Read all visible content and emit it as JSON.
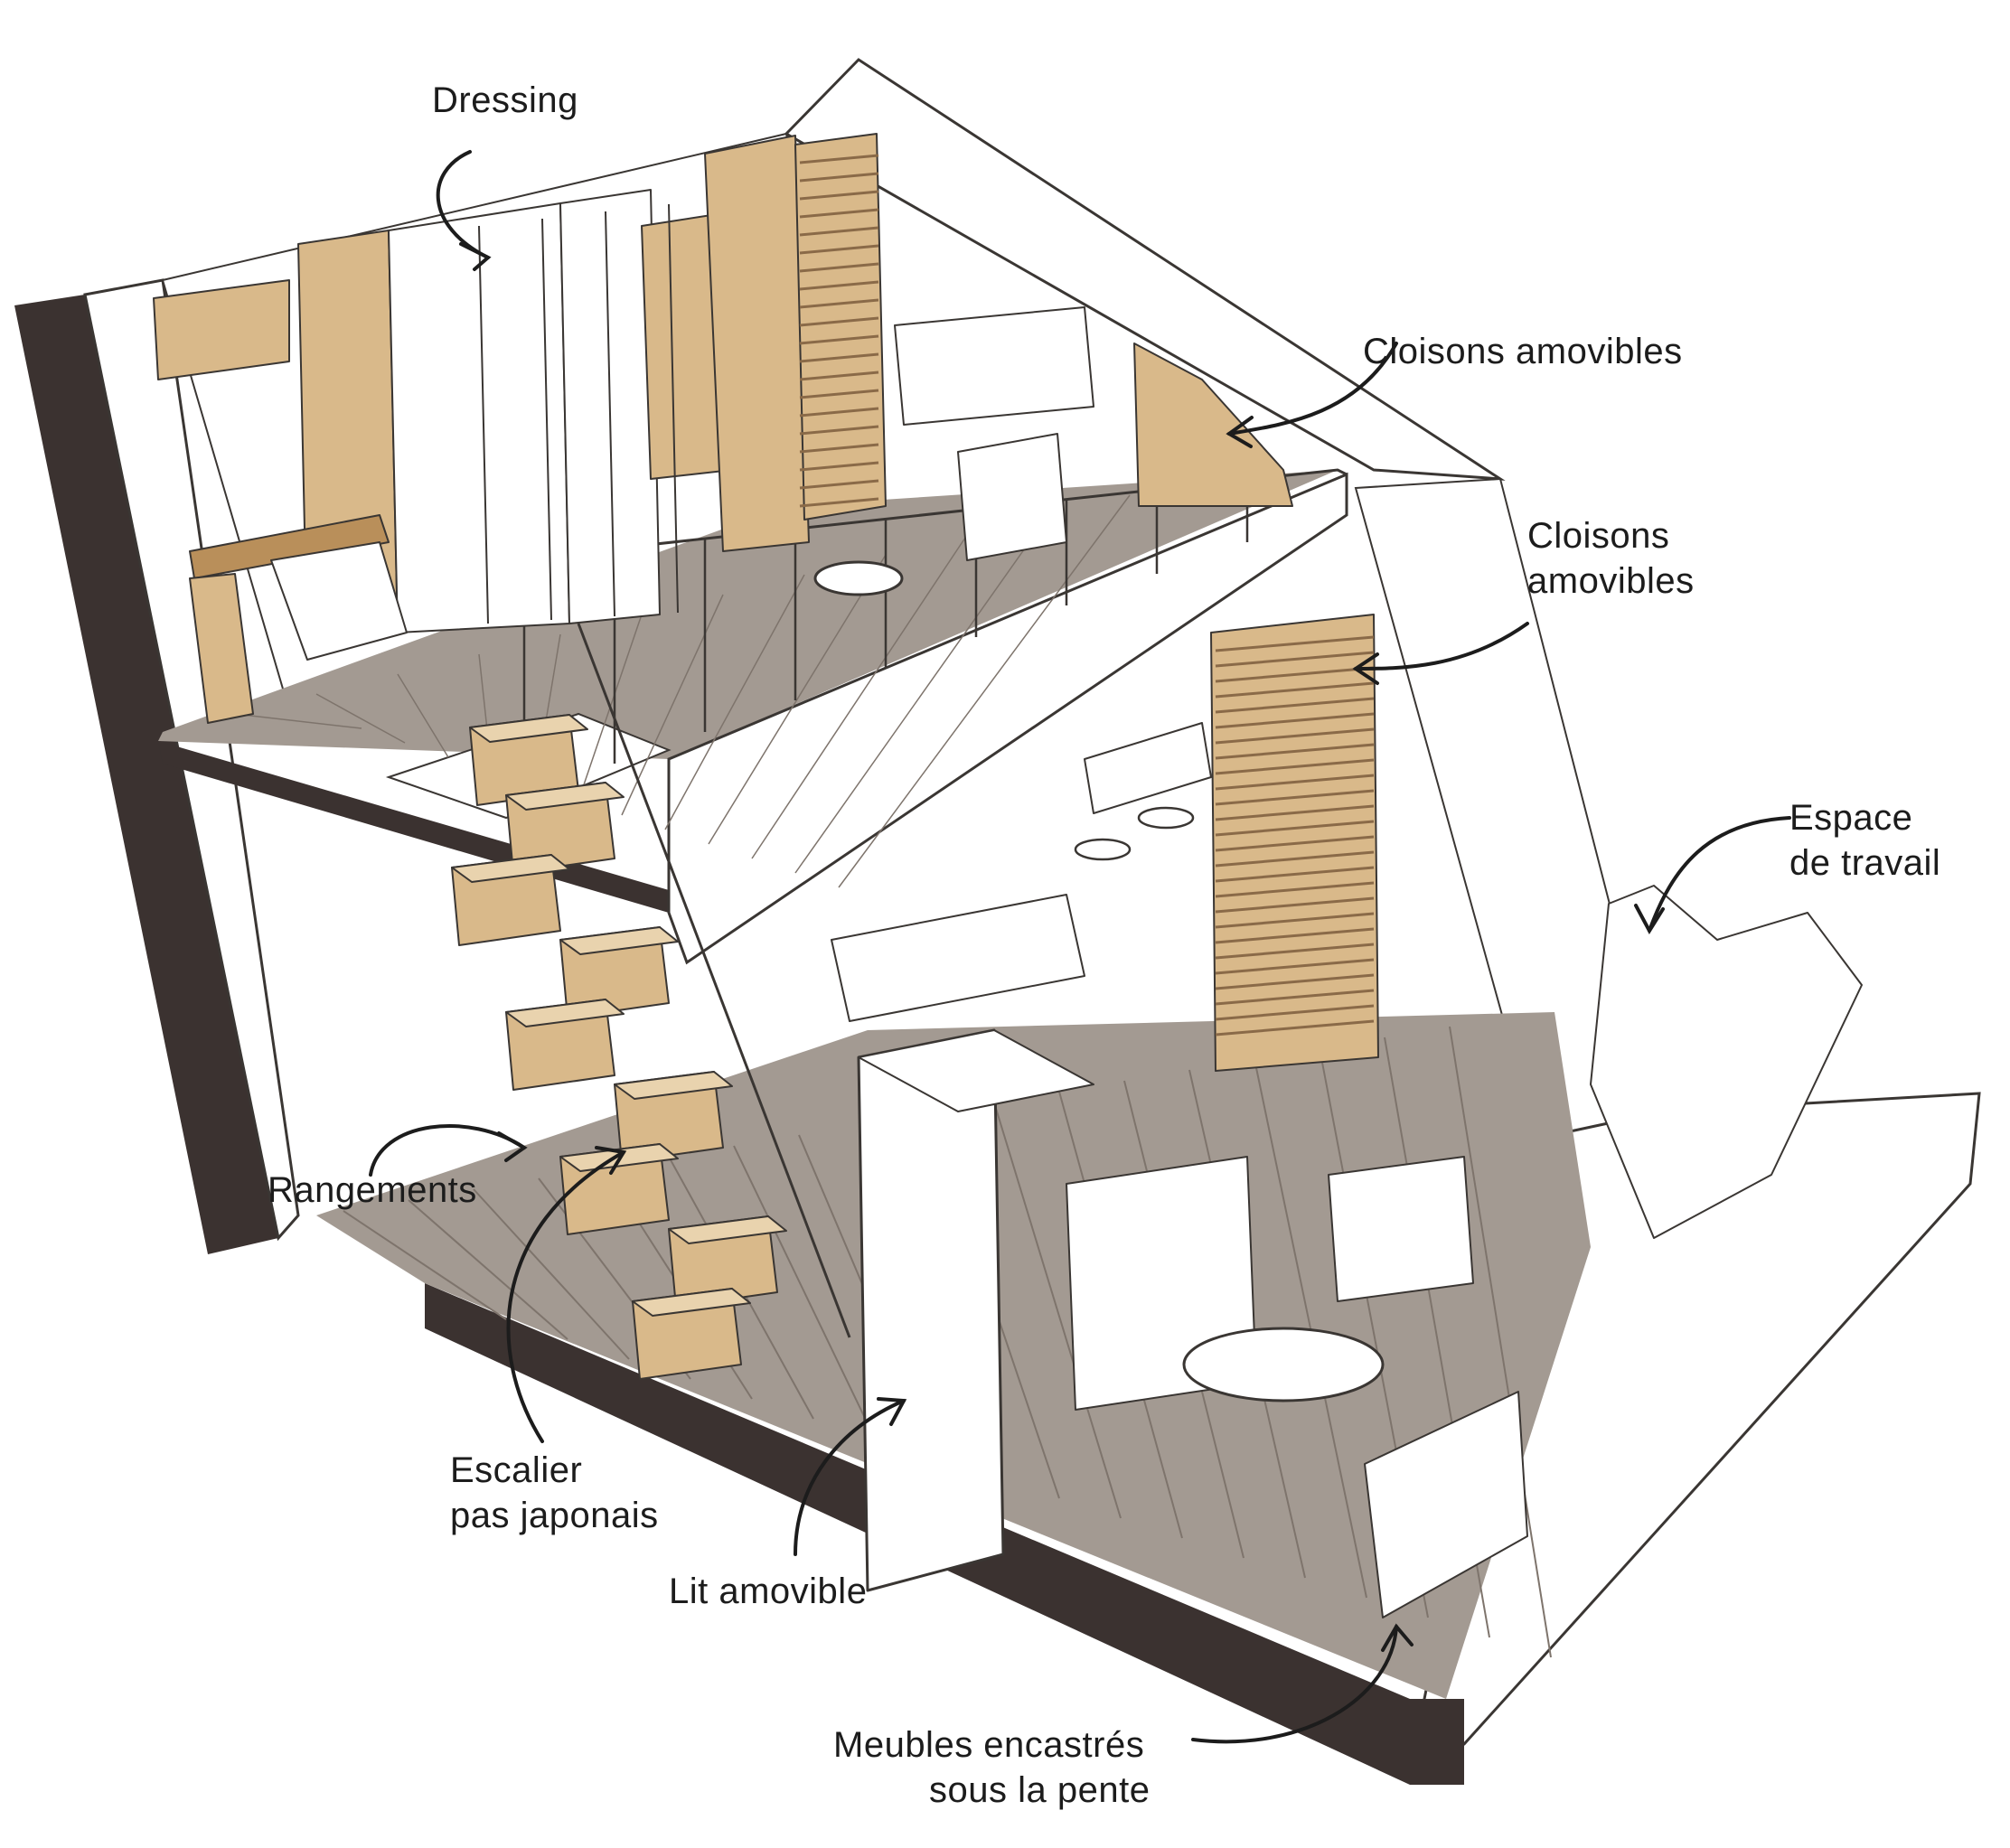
{
  "diagram": {
    "type": "axonometric-loft-sketch",
    "palette": {
      "wall_dark": "#3b3230",
      "wood_floor": "#a39a92",
      "wood_floor_line": "#7e746c",
      "oak": "#d9b98a",
      "oak_dark": "#b98f5a",
      "slat": "#8a6a48",
      "line": "#3a3633",
      "white": "#ffffff"
    },
    "labels": {
      "dressing": "Dressing",
      "cloisons_1": "Cloisons amovibles",
      "cloisons_2_line1": "Cloisons",
      "cloisons_2_line2": "amovibles",
      "espace_line1": "Espace",
      "espace_line2": "de travail",
      "rangements": "Rangements",
      "escalier_line1": "Escalier",
      "escalier_line2": "pas japonais",
      "lit": "Lit amovible",
      "meubles_line1": "Meubles encastrés",
      "meubles_line2": "sous la pente"
    }
  }
}
